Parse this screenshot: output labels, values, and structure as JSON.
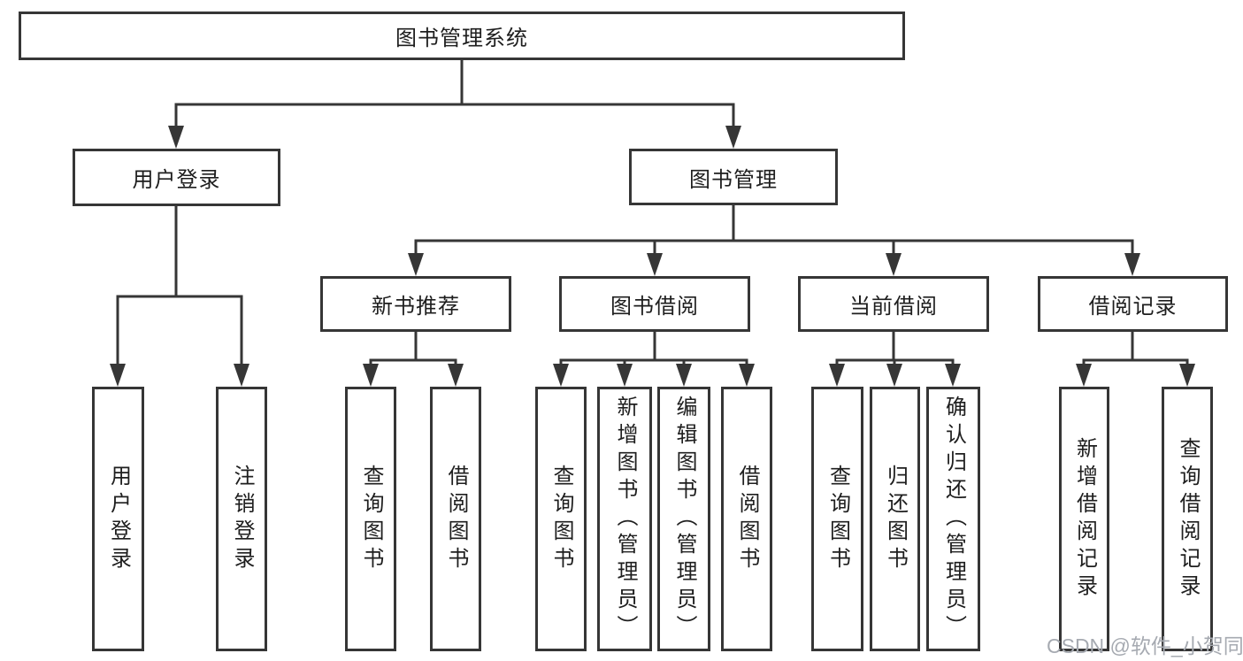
{
  "tree": {
    "label": "图书管理系统",
    "children": [
      {
        "label": "用户登录",
        "children": [
          {
            "label": "用户登录"
          },
          {
            "label": "注销登录"
          }
        ]
      },
      {
        "label": "图书管理",
        "children": [
          {
            "label": "新书推荐",
            "children": [
              {
                "label": "查询图书"
              },
              {
                "label": "借阅图书"
              }
            ]
          },
          {
            "label": "图书借阅",
            "children": [
              {
                "label": "查询图书"
              },
              {
                "label": "新增图书（管理员）"
              },
              {
                "label": "编辑图书（管理员）"
              },
              {
                "label": "借阅图书"
              }
            ]
          },
          {
            "label": "当前借阅",
            "children": [
              {
                "label": "查询图书"
              },
              {
                "label": "归还图书"
              },
              {
                "label": "确认归还（管理员）"
              }
            ]
          },
          {
            "label": "借阅记录",
            "children": [
              {
                "label": "新增借阅记录"
              },
              {
                "label": "查询借阅记录"
              }
            ]
          }
        ]
      }
    ]
  },
  "watermark": {
    "text": "CSDN @软件_小贺同学"
  },
  "colors": {
    "line": "#363636",
    "text": "#1e1e1e",
    "watermark": "#a6aab1",
    "background": "#ffffff"
  }
}
